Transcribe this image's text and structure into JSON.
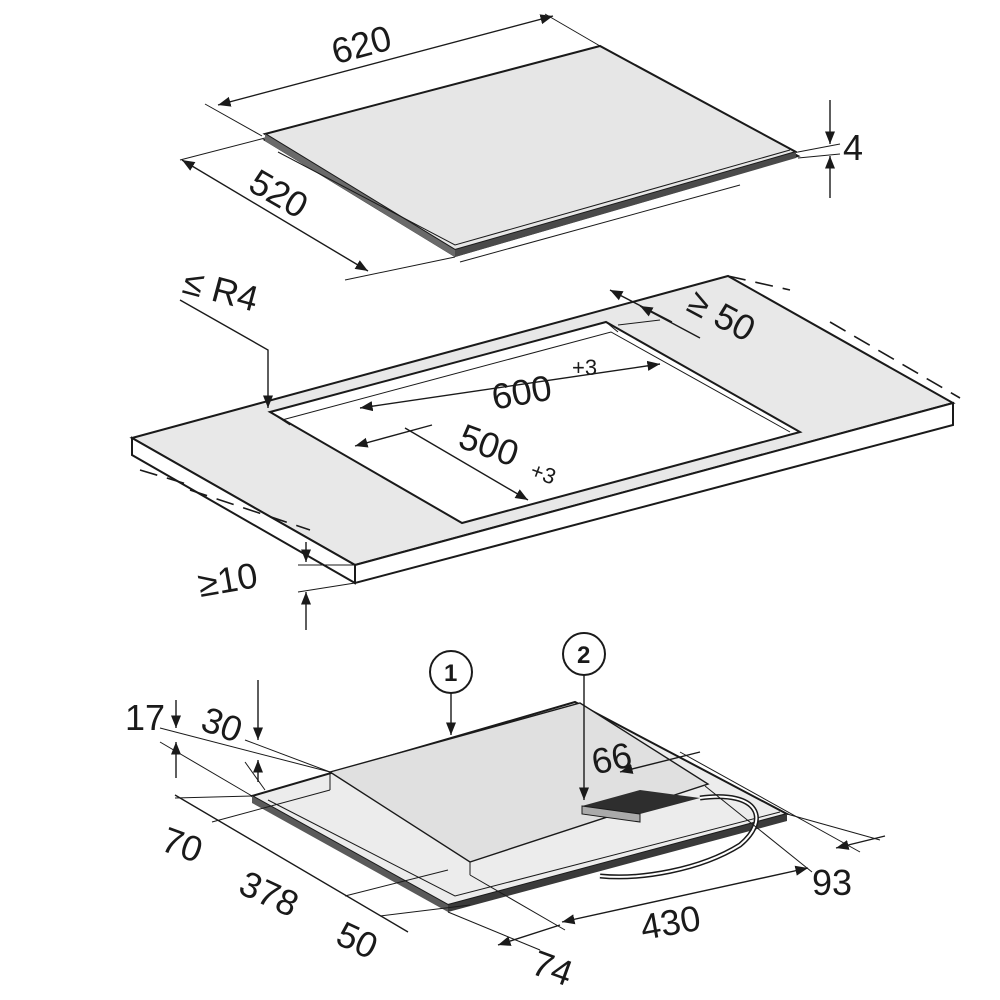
{
  "hob": {
    "width": "620",
    "depth": "520",
    "glass_thickness": "4"
  },
  "cutout": {
    "corner_radius": "≤ R4",
    "width": "600",
    "width_tolerance": "+3",
    "depth": "500",
    "depth_tolerance": "+3",
    "rear_clearance": "≥ 50",
    "worktop_thickness": "≥10"
  },
  "underside": {
    "callout_1": "1",
    "callout_2": "2",
    "dim_17": "17",
    "dim_30": "30",
    "dim_66": "66",
    "dim_70": "70",
    "dim_378": "378",
    "dim_50": "50",
    "dim_74": "74",
    "dim_430": "430",
    "dim_93": "93"
  },
  "colors": {
    "line": "#1a1a1a",
    "surface": "#e6e6e6",
    "surface_dark": "#c8c8c8",
    "background": "#ffffff"
  }
}
